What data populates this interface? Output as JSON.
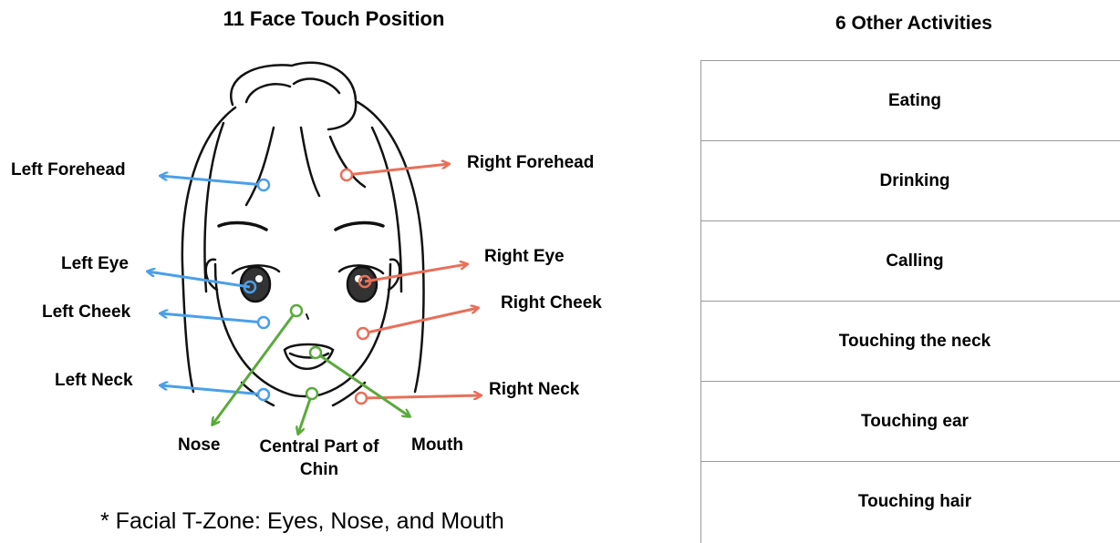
{
  "left_title": "11 Face Touch Position",
  "right_title": "6 Other Activities",
  "labels": {
    "left_forehead": "Left Forehead",
    "right_forehead": "Right Forehead",
    "left_eye": "Left Eye",
    "right_eye": "Right Eye",
    "left_cheek": "Left Cheek",
    "right_cheek": "Right Cheek",
    "left_neck": "Left Neck",
    "right_neck": "Right Neck",
    "nose": "Nose",
    "chin": "Central Part of Chin",
    "mouth": "Mouth"
  },
  "note": "* Facial T-Zone: Eyes, Nose, and Mouth",
  "activities": [
    "Eating",
    "Drinking",
    "Calling",
    "Touching the neck",
    "Touching ear",
    "Touching hair"
  ],
  "colors": {
    "left": "#4a9fea",
    "right": "#e8705a",
    "center": "#5aaa3c"
  }
}
